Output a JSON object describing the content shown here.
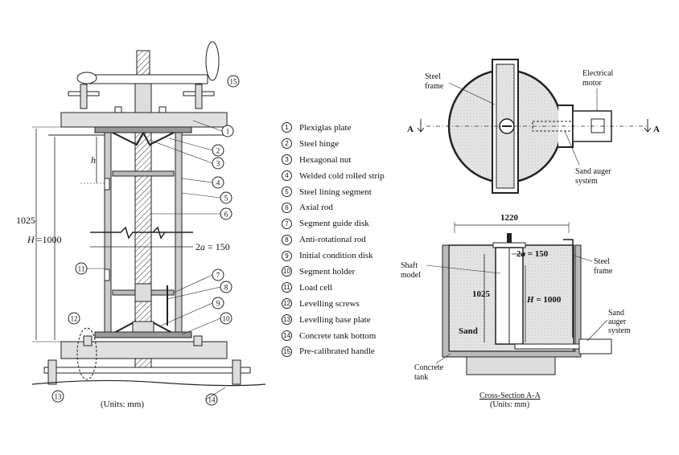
{
  "legend": [
    {
      "num": "1",
      "label": "Plexiglas plate"
    },
    {
      "num": "2",
      "label": "Steel hinge"
    },
    {
      "num": "3",
      "label": "Hexagonal nut"
    },
    {
      "num": "4",
      "label": "Welded cold rolled strip"
    },
    {
      "num": "5",
      "label": "Steel lining segment"
    },
    {
      "num": "6",
      "label": "Axial rod"
    },
    {
      "num": "7",
      "label": "Segment guide disk"
    },
    {
      "num": "8",
      "label": "Anti-rotational rod"
    },
    {
      "num": "9",
      "label": "Initial condition disk"
    },
    {
      "num": "10",
      "label": "Segment holder"
    },
    {
      "num": "11",
      "label": "Load cell"
    },
    {
      "num": "12",
      "label": "Levelling screws"
    },
    {
      "num": "13",
      "label": "Levelling base plate"
    },
    {
      "num": "14",
      "label": "Concrete tank bottom"
    },
    {
      "num": "15",
      "label": "Pre-calibrated handle"
    }
  ],
  "left": {
    "dim_total": "1025",
    "dim_h_prefix": "H",
    "dim_h_suffix": " =1000",
    "dim_small_h": "h",
    "dim_radius_prefix": "2",
    "dim_radius_var": "a",
    "dim_radius_suffix": " = 150",
    "units": "(Units: mm)"
  },
  "plan": {
    "steel_frame_1": "Steel",
    "steel_frame_2": "frame",
    "motor_1": "Electrical",
    "motor_2": "motor",
    "auger_1": "Sand auger",
    "auger_2": "system",
    "section_a": "A"
  },
  "section": {
    "width": "1220",
    "dim_2a_prefix": "2",
    "dim_2a_var": "a",
    "dim_2a_suffix": " = 150",
    "shaft_1": "Shaft",
    "shaft_2": "model",
    "dim_1025": "1025",
    "dim_h_prefix": "H",
    "dim_h_suffix": " = 1000",
    "sand": "Sand",
    "steel_frame_1": "Steel",
    "steel_frame_2": "frame",
    "auger_1": "Sand",
    "auger_2": "auger",
    "auger_3": "system",
    "tank_1": "Concrete",
    "tank_2": "tank",
    "caption": "Cross-Section A-A",
    "units": "(Units: mm)"
  }
}
